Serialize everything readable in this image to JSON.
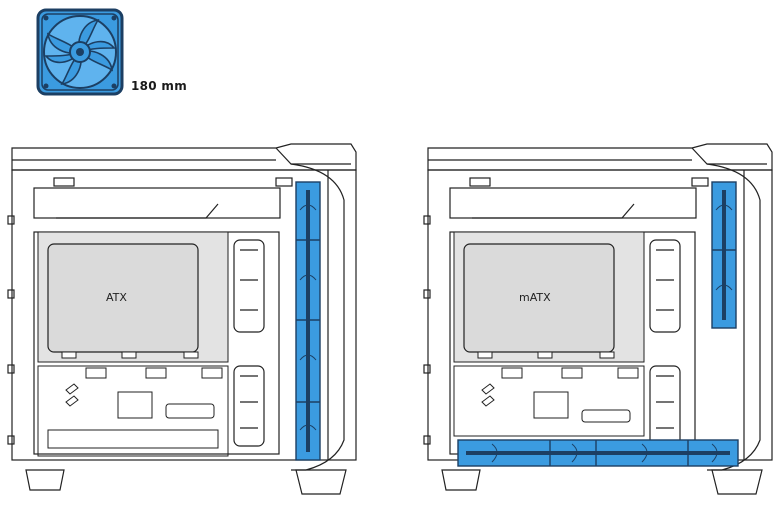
{
  "legend": {
    "fan_icon": "fan-icon",
    "size_label": "180 mm",
    "fan_color": "#3b9be0"
  },
  "diagrams": [
    {
      "board_label": "ATX",
      "fan_placement": "vertical-front-right"
    },
    {
      "board_label": "mATX",
      "fan_placement": "bottom-horizontal-and-vertical"
    }
  ],
  "colors": {
    "fan_blue": "#3b9be0",
    "fan_dark": "#1c3f63",
    "board_gray": "#e3e3e3",
    "outline": "#222222"
  }
}
